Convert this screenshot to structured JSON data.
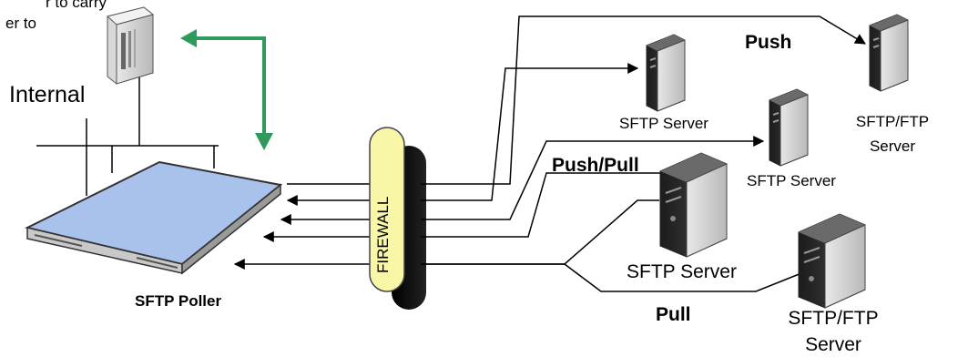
{
  "top_left_text": {
    "line1": "r to carry",
    "line2": "er to"
  },
  "internal_label": "Internal",
  "firewall_label": "FIREWALL",
  "poller_label": "SFTP Poller",
  "labels": {
    "push": "Push",
    "push_pull": "Push/Pull",
    "pull": "Pull"
  },
  "servers": [
    {
      "name": "SFTP Server"
    },
    {
      "name_line1": "SFTP/FTP",
      "name_line2": "Server"
    },
    {
      "name": "SFTP Server"
    },
    {
      "name": "SFTP Server"
    },
    {
      "name_line1": "SFTP/FTP",
      "name_line2": "Server"
    }
  ],
  "colors": {
    "green_arrow": "#2e9a5c",
    "firewall_yellow": "#f8f7a8",
    "poller_panel": "#a9c2ec",
    "server_dark": "#2a2a2a"
  }
}
